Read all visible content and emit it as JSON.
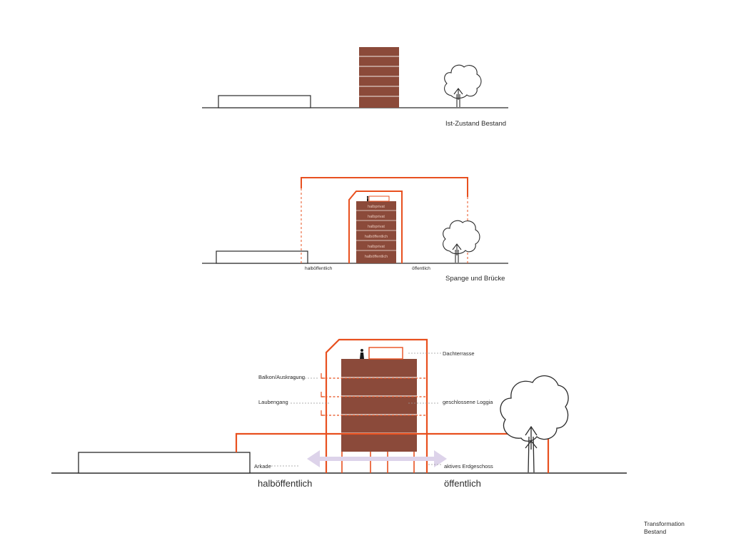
{
  "colors": {
    "brick": "#8b4a3a",
    "accent": "#e8501f",
    "line": "#2a2a2a",
    "arrow": "#ddd3ea",
    "text": "#2b2b2b",
    "floor_line": "#f2ebe6",
    "inner_text": "#e9c9bd"
  },
  "captions": {
    "ist_zustand": "Ist-Zustand Bestand",
    "spange": "Spange und Brücke",
    "transformation_line1": "Transformation",
    "transformation_line2": "Bestand"
  },
  "panel2": {
    "floor_labels": [
      "halbprivat",
      "halbprivat",
      "halbprivat",
      "halböffentlich",
      "halbprivat",
      "halböffentlich"
    ],
    "ground_left": "halböffentlich",
    "ground_right": "öffentlich"
  },
  "panel3": {
    "labels": {
      "dachterrasse": "Dachterrasse",
      "balkon": "Balkon/Auskragung",
      "laubengang": "Laubengang",
      "loggia": "geschlossene Loggia",
      "arkade": "Arkade",
      "erdgeschoss": "aktives Erdgeschoss",
      "halboeffentlich": "halböffentlich",
      "oeffentlich": "öffentlich"
    }
  },
  "icons": {
    "tree": "tree-icon",
    "person": "person-icon"
  }
}
